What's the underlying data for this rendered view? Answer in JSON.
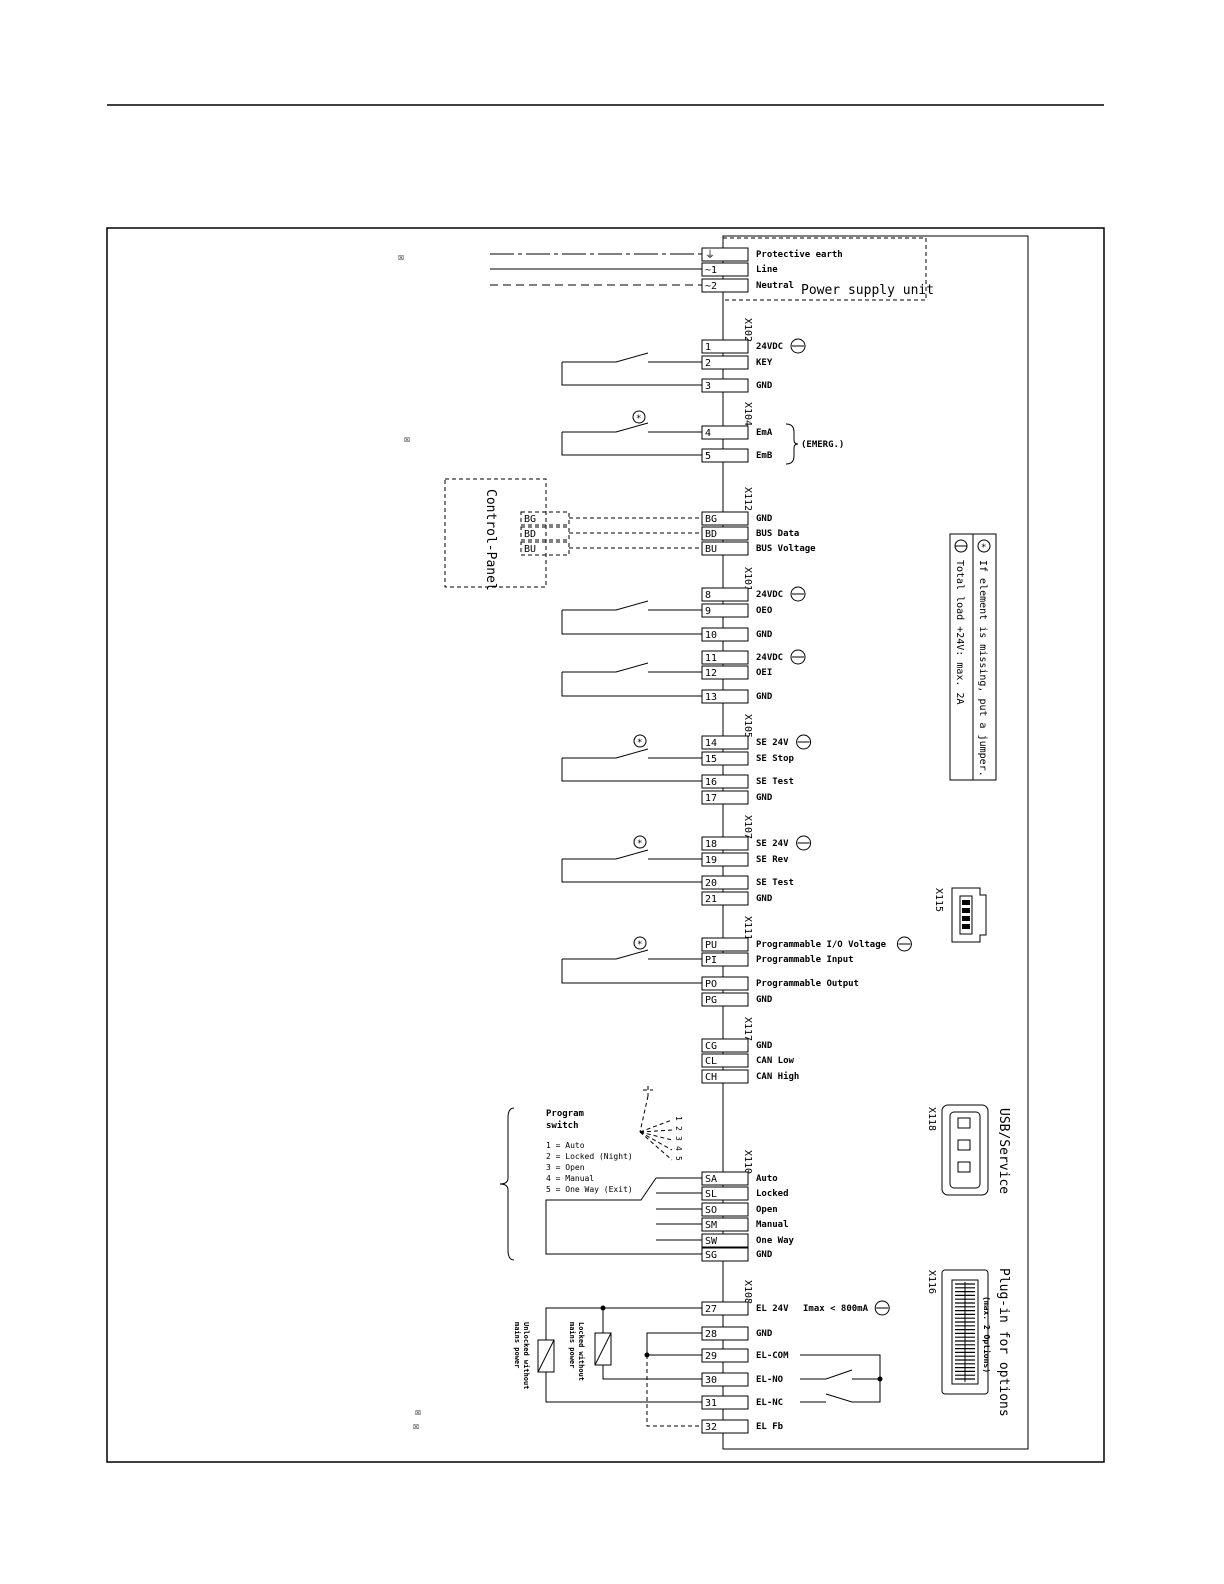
{
  "supply": {
    "title": "Power supply unit",
    "terminals": [
      {
        "num": "⏚",
        "label": "Protective earth"
      },
      {
        "num": "~1",
        "label": "Line"
      },
      {
        "num": "~2",
        "label": "Neutral"
      }
    ]
  },
  "blocks": [
    {
      "connector": "X102",
      "terminals": [
        {
          "num": "1",
          "label": "24VDC",
          "note": true
        },
        {
          "num": "2",
          "label": "KEY"
        },
        {
          "num": "3",
          "label": "GND"
        }
      ]
    },
    {
      "connector": "X104",
      "terminals": [
        {
          "num": "4",
          "label": "EmA"
        },
        {
          "num": "5",
          "label": "EmB"
        }
      ]
    },
    {
      "connector": "X112",
      "terminals": [
        {
          "num": "BG",
          "label": "GND"
        },
        {
          "num": "BD",
          "label": "BUS Data"
        },
        {
          "num": "BU",
          "label": "BUS Voltage"
        }
      ]
    },
    {
      "connector": "X101",
      "terminals": [
        {
          "num": "8",
          "label": "24VDC",
          "note": true
        },
        {
          "num": "9",
          "label": "OEO"
        },
        {
          "num": "10",
          "label": "GND"
        },
        {
          "num": "11",
          "label": "24VDC",
          "note": true
        },
        {
          "num": "12",
          "label": "OEI"
        },
        {
          "num": "13",
          "label": "GND"
        }
      ]
    },
    {
      "connector": "X105",
      "terminals": [
        {
          "num": "14",
          "label": "SE 24V",
          "note": true
        },
        {
          "num": "15",
          "label": "SE Stop"
        },
        {
          "num": "16",
          "label": "SE Test"
        },
        {
          "num": "17",
          "label": "GND"
        }
      ]
    },
    {
      "connector": "X107",
      "terminals": [
        {
          "num": "18",
          "label": "SE 24V",
          "note": true
        },
        {
          "num": "19",
          "label": "SE Rev"
        },
        {
          "num": "20",
          "label": "SE Test"
        },
        {
          "num": "21",
          "label": "GND"
        }
      ]
    },
    {
      "connector": "X111",
      "terminals": [
        {
          "num": "PU",
          "label": "Programmable I/O Voltage",
          "note": true
        },
        {
          "num": "PI",
          "label": "Programmable Input"
        },
        {
          "num": "PO",
          "label": "Programmable Output"
        },
        {
          "num": "PG",
          "label": "GND"
        }
      ]
    },
    {
      "connector": "X117",
      "terminals": [
        {
          "num": "CG",
          "label": "GND"
        },
        {
          "num": "CL",
          "label": "CAN Low"
        },
        {
          "num": "CH",
          "label": "CAN High"
        }
      ]
    },
    {
      "connector": "X110",
      "terminals": [
        {
          "num": "SA",
          "label": "Auto"
        },
        {
          "num": "SL",
          "label": "Locked"
        },
        {
          "num": "SO",
          "label": "Open"
        },
        {
          "num": "SM",
          "label": "Manual"
        },
        {
          "num": "SW",
          "label": "One Way"
        },
        {
          "num": "SG",
          "label": "GND"
        }
      ]
    },
    {
      "connector": "X108",
      "terminals": [
        {
          "num": "27",
          "label": "EL 24V",
          "extra": "Imax < 800mA",
          "note": true
        },
        {
          "num": "28",
          "label": "GND"
        },
        {
          "num": "29",
          "label": "EL-COM"
        },
        {
          "num": "30",
          "label": "EL-NO"
        },
        {
          "num": "31",
          "label": "EL-NC"
        },
        {
          "num": "32",
          "label": "EL Fb"
        }
      ]
    }
  ],
  "emerg_label": "(EMERG.)",
  "control_panel": {
    "title": "Control-Panel",
    "terminals": [
      "BG",
      "BD",
      "BU"
    ]
  },
  "program_switch": {
    "title_line1": "Program",
    "title_line2": "switch",
    "positions": [
      "1",
      "2",
      "3",
      "4",
      "5"
    ],
    "options": [
      "1 = Auto",
      "2 = Locked (Night)",
      "3 = Open",
      "4 = Manual",
      "5 = One Way (Exit)"
    ]
  },
  "lock_labels": {
    "locked": [
      "Locked without",
      "mains power"
    ],
    "unlocked": [
      "Unlocked without",
      "mains power"
    ]
  },
  "star_symbol": "*",
  "legend": {
    "star_text": "If element is missing, put a jumper.",
    "load_text": "Total load +24V: max. 2A"
  },
  "ports": {
    "x115": "X115",
    "x118": "X118",
    "usb_label": "USB/Service",
    "x116": "X116",
    "plugin_label": "Plug-in for options",
    "plugin_sub": "(max. 2 Options)"
  },
  "markers": [
    "☒",
    "☒",
    "☒",
    "☒"
  ]
}
